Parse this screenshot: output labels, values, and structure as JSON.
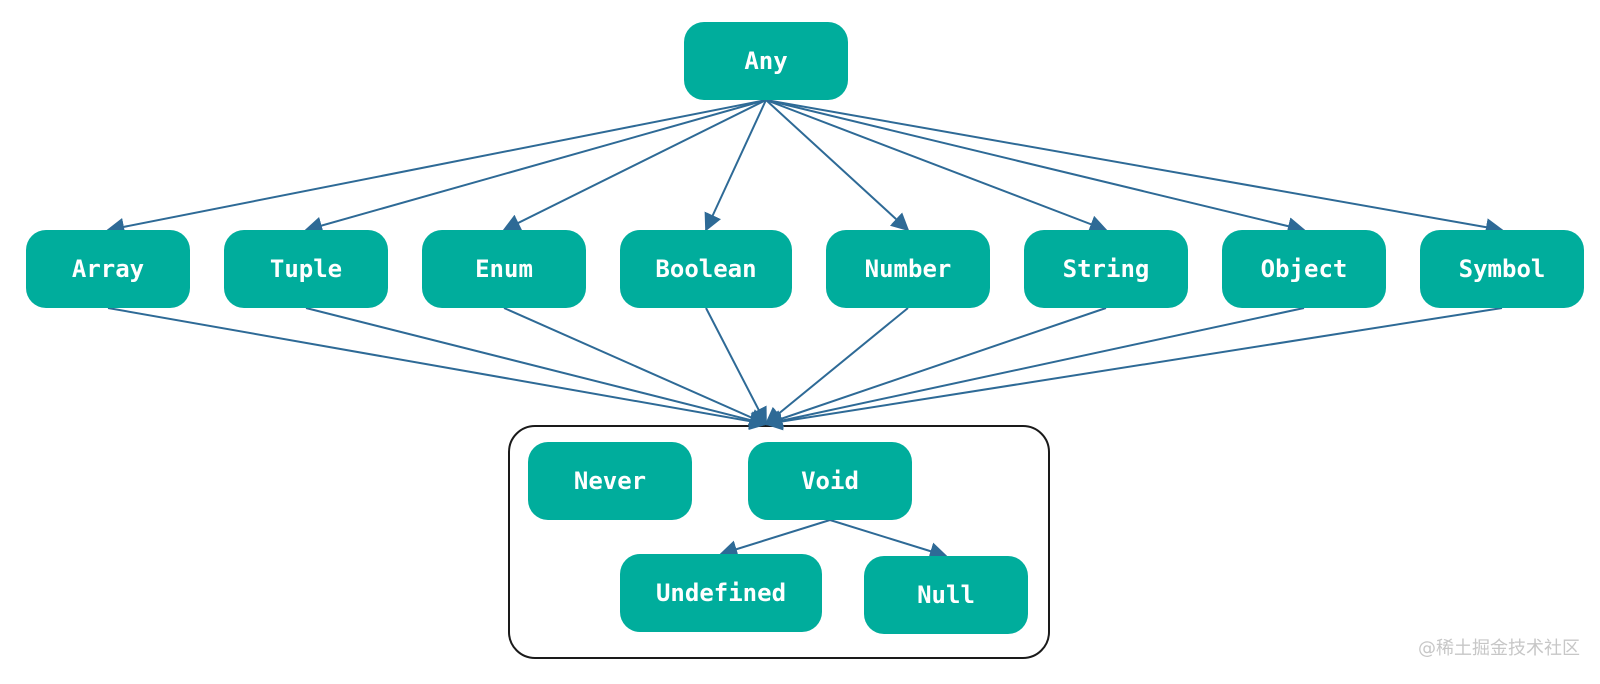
{
  "colors": {
    "node_fill": "#00ad9c",
    "node_text": "#ffffff",
    "arrow": "#2e6a96",
    "group_border": "#1a1a1a",
    "watermark": "#c7c7c7"
  },
  "nodes": {
    "any": "Any",
    "array": "Array",
    "tuple": "Tuple",
    "enum": "Enum",
    "boolean": "Boolean",
    "number": "Number",
    "string": "String",
    "object": "Object",
    "symbol": "Symbol",
    "never": "Never",
    "void": "Void",
    "undefined": "Undefined",
    "null": "Null"
  },
  "edges": [
    [
      "any",
      "array"
    ],
    [
      "any",
      "tuple"
    ],
    [
      "any",
      "enum"
    ],
    [
      "any",
      "boolean"
    ],
    [
      "any",
      "number"
    ],
    [
      "any",
      "string"
    ],
    [
      "any",
      "object"
    ],
    [
      "any",
      "symbol"
    ],
    [
      "array",
      "bottom-group"
    ],
    [
      "tuple",
      "bottom-group"
    ],
    [
      "enum",
      "bottom-group"
    ],
    [
      "boolean",
      "bottom-group"
    ],
    [
      "number",
      "bottom-group"
    ],
    [
      "string",
      "bottom-group"
    ],
    [
      "object",
      "bottom-group"
    ],
    [
      "symbol",
      "bottom-group"
    ],
    [
      "void",
      "undefined"
    ],
    [
      "void",
      "null"
    ]
  ],
  "watermark": "@稀土掘金技术社区"
}
